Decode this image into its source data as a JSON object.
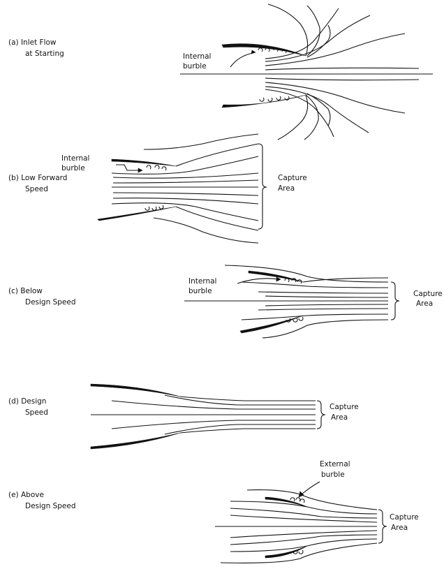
{
  "panels": [
    {
      "id": "a",
      "caption_line1": "(a)  Inlet Flow",
      "caption_line2": "at Starting",
      "annotation_line1": "Internal",
      "annotation_line2": "burble"
    },
    {
      "id": "b",
      "caption_line1": "(b)  Low Forward",
      "caption_line2": "Speed",
      "annotation_line1": "Internal",
      "annotation_line2": "burble",
      "capture_line1": "Capture",
      "capture_line2": "Area"
    },
    {
      "id": "c",
      "caption_line1": "(c)  Below",
      "caption_line2": "Design Speed",
      "annotation_line1": "Internal",
      "annotation_line2": "burble",
      "capture_line1": "Capture",
      "capture_line2": "Area"
    },
    {
      "id": "d",
      "caption_line1": "(d)  Design",
      "caption_line2": "Speed",
      "capture_line1": "Capture",
      "capture_line2": "Area"
    },
    {
      "id": "e",
      "caption_line1": "(e)  Above",
      "caption_line2": "Design Speed",
      "annotation_line1": "External",
      "annotation_line2": "burble",
      "capture_line1": "Capture",
      "capture_line2": "Area"
    }
  ]
}
